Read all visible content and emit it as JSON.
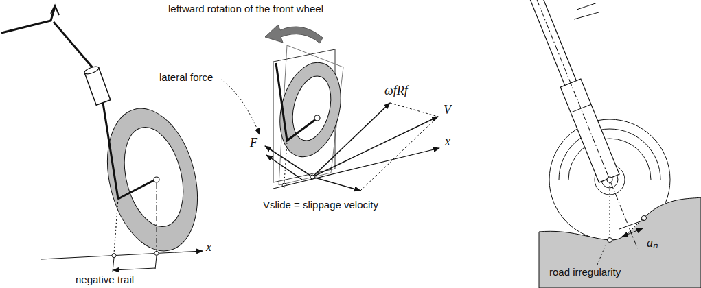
{
  "diagram": {
    "labels": [
      "leftward rotation of the front wheel",
      "lateral force",
      "F",
      "ωfRf",
      "V",
      "x",
      "x",
      "Vslide = slippage velocity",
      "negative trail",
      "road irregularity",
      "aₙ"
    ]
  }
}
